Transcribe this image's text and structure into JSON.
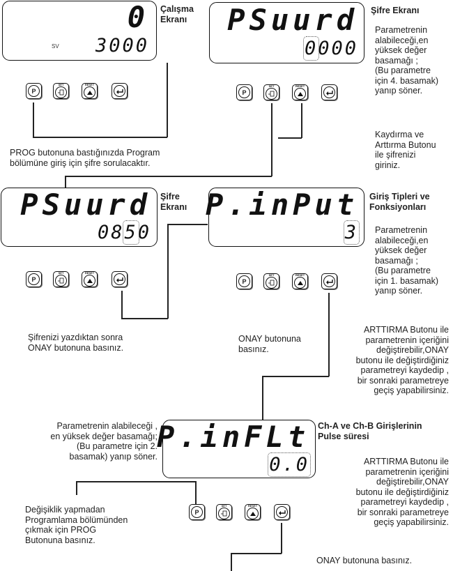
{
  "displays": {
    "run": {
      "top": "0",
      "sv_label": "SV",
      "bottom": "3000"
    },
    "pass1": {
      "top": "PSuurd",
      "bottom_blink": "0",
      "bottom_rest": "000"
    },
    "pass2": {
      "top": "PSuurd",
      "bottom_pre": "08",
      "bottom_blink": "5",
      "bottom_post": "0"
    },
    "input": {
      "top": "P.inPut",
      "bottom_blink": "3"
    },
    "filter": {
      "top": "P.inFLt",
      "bottom_blink": "0.0"
    }
  },
  "buttons": {
    "p": "P",
    "set": "SET",
    "reset": "RESET"
  },
  "labels": {
    "calisma_title_1": "Çalışma",
    "calisma_title_2": "Ekranı",
    "sifre_title_1": "Şifre Ekranı",
    "sifre_desc": [
      "Parametrenin",
      "alabileceği,en",
      "yüksek değer",
      "basamağı ;",
      "(Bu parametre",
      "için 4. basamak)",
      "yanıp söner."
    ],
    "kaydirma": [
      "Kaydırma ve",
      "Arttırma Butonu",
      "ile şifrenizi",
      "giriniz."
    ],
    "prog_note": [
      "PROG butonuna bastığınızda  Program",
      "bölümüne giriş için şifre sorulacaktır."
    ],
    "sifre2_title_1": "Şifre",
    "sifre2_title_2": "Ekranı",
    "giris_title": [
      "Giriş Tipleri ve",
      "Fonksiyonları"
    ],
    "giris_desc": [
      "Parametrenin",
      "alabileceği,en",
      "yüksek değer",
      "basamağı ;",
      "(Bu parametre",
      "için 1. basamak)",
      "yanıp söner."
    ],
    "sifre_yazdiktan": [
      "Şifrenizi yazdıktan sonra",
      "ONAY butonuna basınız."
    ],
    "onay1": [
      "ONAY butonuna",
      "basınız."
    ],
    "arttirma1": [
      "ARTTIRMA Butonu   ile",
      "parametrenin içeriğini",
      "değiştirebilir,ONAY",
      "butonu ile değiştirdiğiniz",
      "parametreyi kaydedip ,",
      "bir sonraki parametreye",
      "geçiş yapabilirsiniz."
    ],
    "pulse_left": [
      "Parametrenin alabileceği ,",
      "en yüksek değer basamağı;",
      "(Bu parametre için 2.",
      "basamak) yanıp söner."
    ],
    "cha_title": [
      "Ch-A ve Ch-B Girişlerinin",
      "Pulse süresi"
    ],
    "arttirma2": [
      "ARTTIRMA Butonu   ile",
      "parametrenin içeriğini",
      "değiştirebilir,ONAY",
      "butonu ile değiştirdiğiniz",
      "parametreyi kaydedip ,",
      "bir sonraki parametreye",
      "geçiş yapabilirsiniz."
    ],
    "degisiklik": [
      "Değişiklik yapmadan",
      "Programlama bölümünden",
      "çıkmak için PROG",
      "Butonuna basınız."
    ],
    "onay2": "ONAY butonuna basınız."
  }
}
